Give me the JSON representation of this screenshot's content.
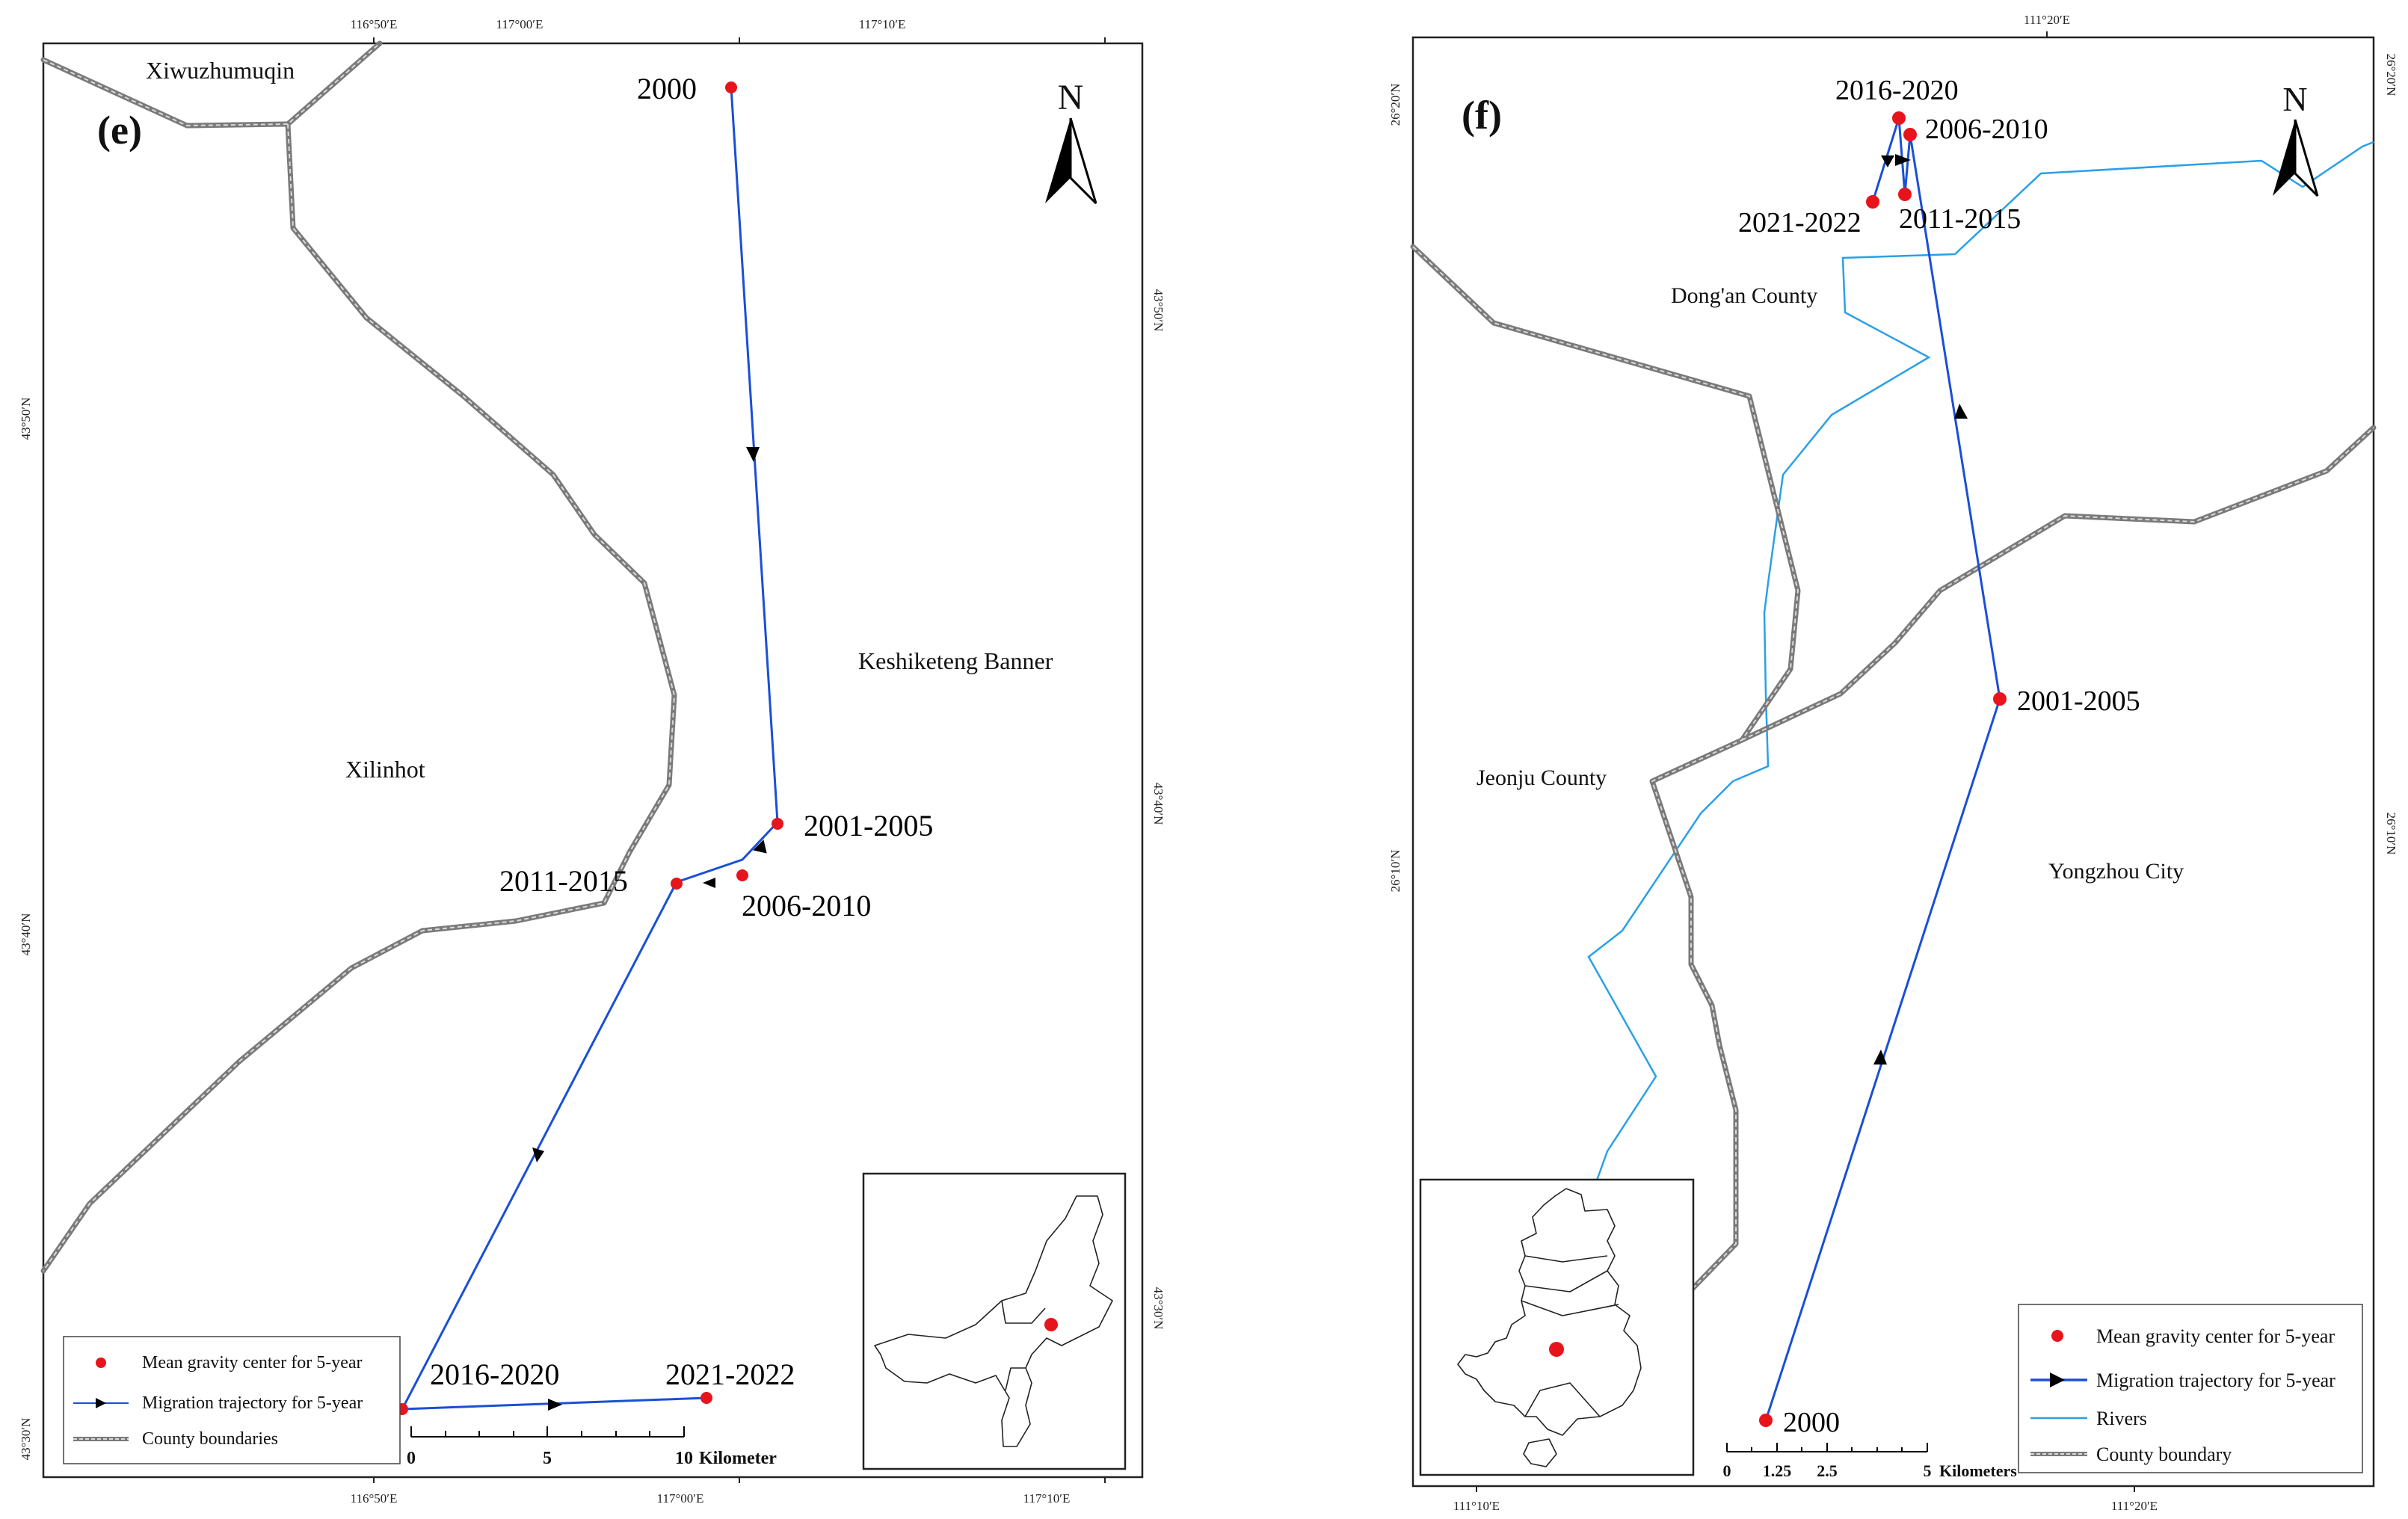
{
  "panel_e": {
    "label": "(e)",
    "north": "N",
    "top_ticks": [
      "116°50′E",
      "117°00′E",
      "117°10′E"
    ],
    "bottom_ticks": [
      "116°50′E",
      "117°00′E",
      "117°10′E"
    ],
    "left_ticks": [
      "43°50′N",
      "43°40′N",
      "43°30′N"
    ],
    "right_ticks": [
      "43°50′N",
      "43°40′N",
      "43°30′N"
    ],
    "regions": {
      "xiwuzhumuqin": "Xiwuzhumuqin",
      "xilinhot": "Xilinhot",
      "keshiketeng": "Keshiketeng Banner"
    },
    "points": [
      {
        "label": "2000"
      },
      {
        "label": "2001-2005"
      },
      {
        "label": "2006-2010"
      },
      {
        "label": "2011-2015"
      },
      {
        "label": "2016-2020"
      },
      {
        "label": "2021-2022"
      }
    ],
    "legend": {
      "gravity": "Mean gravity center for 5-year",
      "trajectory": "Migration trajectory for 5-year",
      "boundaries": "County boundaries"
    },
    "scalebar": {
      "ticks": [
        "0",
        "5",
        "10"
      ],
      "unit": "Kilometer"
    }
  },
  "panel_f": {
    "label": "(f)",
    "north": "N",
    "top_ticks": [
      "111°20′E"
    ],
    "bottom_ticks": [
      "111°10′E",
      "111°20′E"
    ],
    "left_ticks": [
      "26°20′N",
      "26°10′N"
    ],
    "right_ticks": [
      "26°20′N",
      "26°10′N"
    ],
    "regions": {
      "dongan": "Dong'an County",
      "jeonju": "Jeonju County",
      "yongzhou": "Yongzhou City"
    },
    "points": [
      {
        "label": "2000"
      },
      {
        "label": "2001-2005"
      },
      {
        "label": "2006-2010"
      },
      {
        "label": "2011-2015"
      },
      {
        "label": "2016-2020"
      },
      {
        "label": "2021-2022"
      }
    ],
    "legend": {
      "gravity": "Mean gravity center for 5-year",
      "trajectory": "Migration trajectory for 5-year",
      "rivers": "Rivers",
      "boundary": "County boundary"
    },
    "scalebar": {
      "ticks": [
        "0",
        "1.25",
        "2.5",
        "5"
      ],
      "unit": "Kilometers"
    }
  },
  "colors": {
    "gravity_point": "#e8141c",
    "trajectory": "#1a4fd6",
    "river": "#2aa0e6",
    "boundary": "#7a7a7a"
  }
}
